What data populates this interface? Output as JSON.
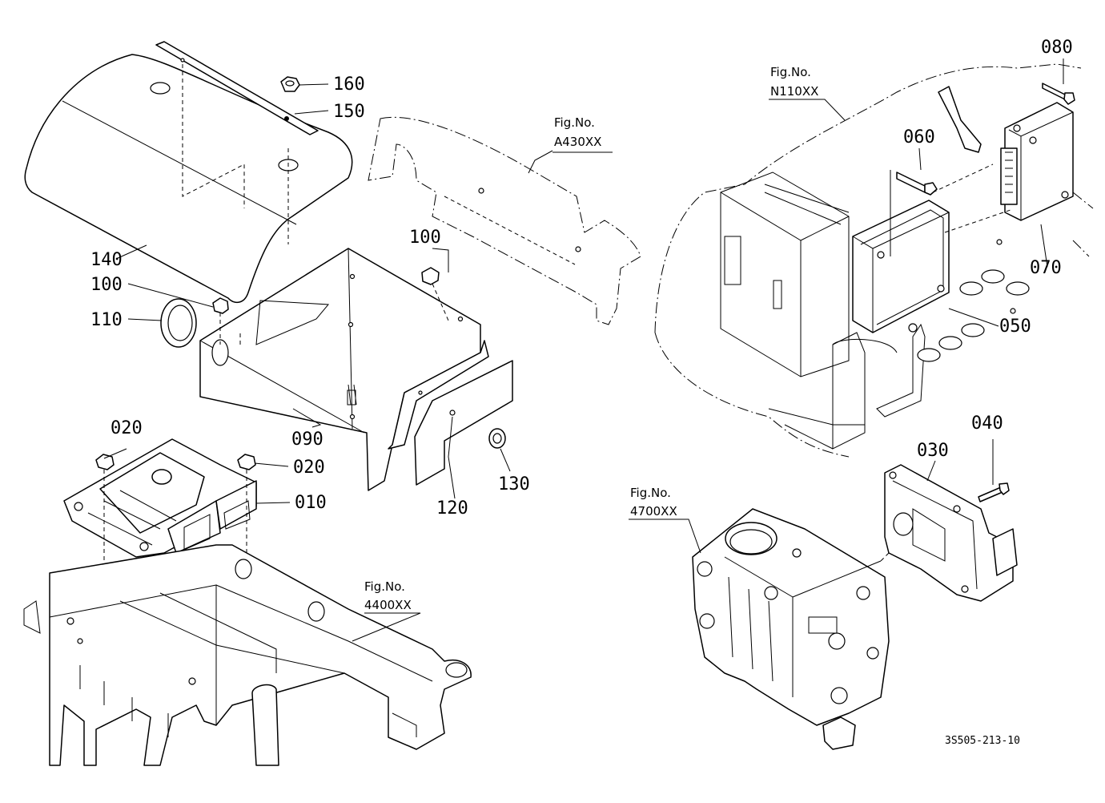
{
  "diagram": {
    "part_labels": {
      "p010": "010",
      "p020a": "020",
      "p020b": "020",
      "p030": "030",
      "p040": "040",
      "p050": "050",
      "p060": "060",
      "p070": "070",
      "p080": "080",
      "p090": "090",
      "p100a": "100",
      "p100b": "100",
      "p110": "110",
      "p120": "120",
      "p130": "130",
      "p140": "140",
      "p150": "150",
      "p160": "160"
    },
    "figure_refs": {
      "a430": {
        "line1": "Fig.No.",
        "line2": "A430XX"
      },
      "n110": {
        "line1": "Fig.No.",
        "line2": "N110XX"
      },
      "f4700": {
        "line1": "Fig.No.",
        "line2": "4700XX"
      },
      "f4400": {
        "line1": "Fig.No.",
        "line2": "4400XX"
      }
    },
    "drawing_code": "3S505-213-10"
  }
}
